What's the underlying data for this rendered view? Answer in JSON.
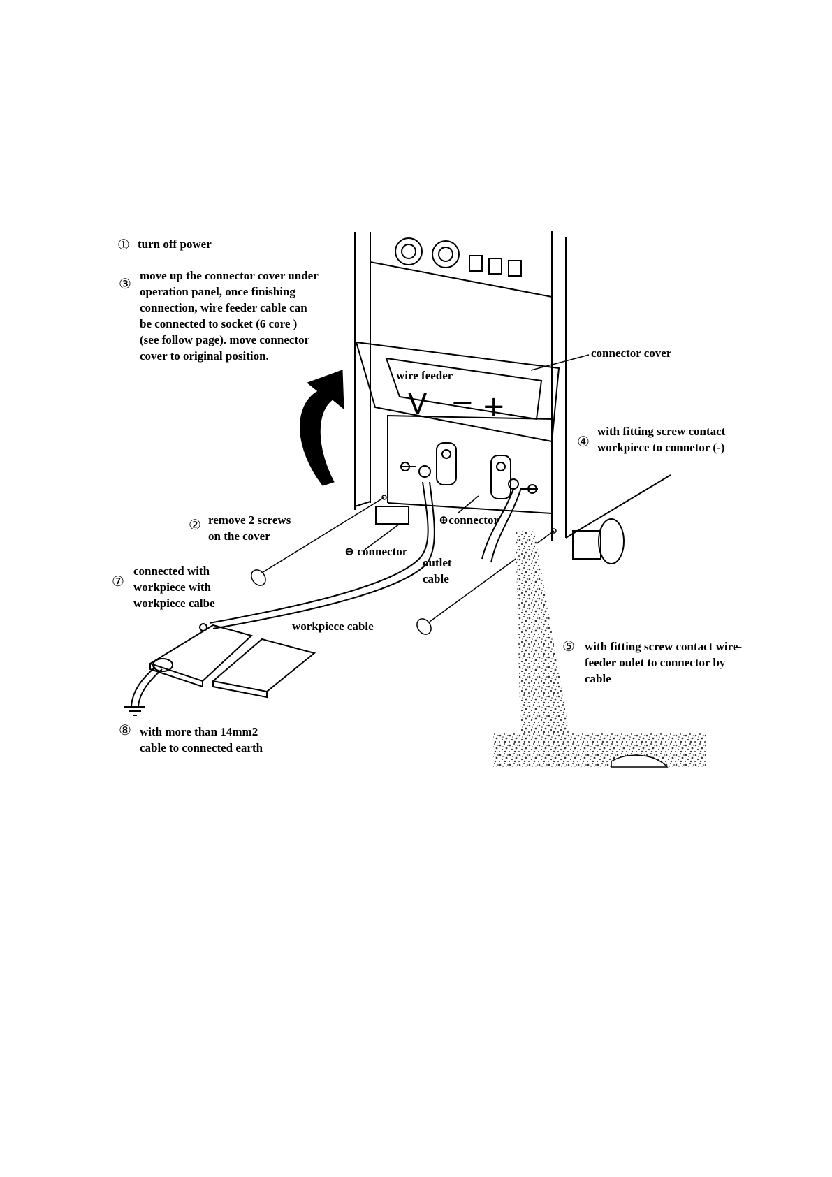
{
  "steps": {
    "s1": {
      "num": "①",
      "text": "turn off power"
    },
    "s2": {
      "num": "②",
      "lines": [
        "remove 2 screws",
        "on the cover"
      ]
    },
    "s3": {
      "num": "③",
      "lines": [
        "move up the connector cover under",
        "operation panel, once finishing",
        "connection, wire feeder cable can",
        "be connected to socket (6 core )",
        "(see follow page). move connector",
        "cover to original position."
      ]
    },
    "s4": {
      "num": "④",
      "lines": [
        "with fitting screw contact",
        "workpiece to connetor (-)"
      ]
    },
    "s5": {
      "num": "⑤",
      "lines": [
        "with fitting screw contact wire-",
        "feeder oulet to connector by",
        "cable"
      ]
    },
    "s7": {
      "num": "⑦",
      "lines": [
        "connected with",
        "workpiece with",
        "workpiece calbe"
      ]
    },
    "s8": {
      "num": "⑧",
      "lines": [
        "with more than 14mm2",
        "cable to connected earth"
      ]
    }
  },
  "labels": {
    "connector_cover": "connector cover",
    "wire_feeder": "wire feeder",
    "socket_v": "V",
    "socket_minus": "−",
    "socket_plus": "+",
    "plus_connector": "⊕connector",
    "minus_connector": "⊖ connector",
    "outlet_cable": [
      "outlet",
      "cable"
    ],
    "workpiece_cable": "workpiece cable"
  }
}
